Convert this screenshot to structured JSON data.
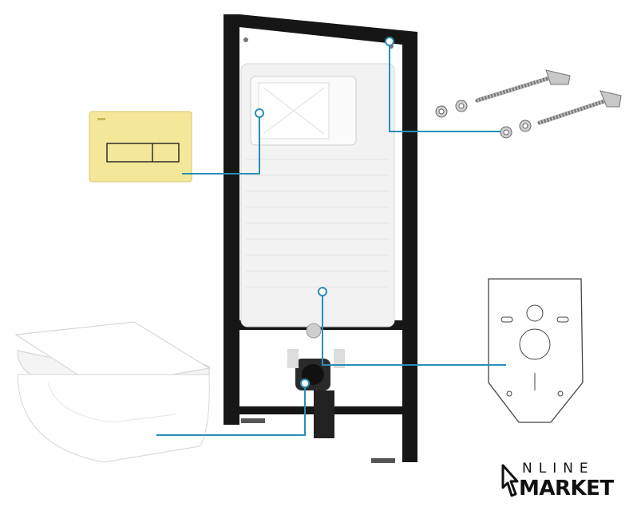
{
  "brand": {
    "line1": "NLINE",
    "line2": "MARKET",
    "logo_icon": "cursor-arrow-icon"
  },
  "colors": {
    "callout": "#2a8fb8",
    "frame": "#161616",
    "cistern": "#f2f2f2",
    "flush_plate": "#f5e79a",
    "brand_text": "#111111"
  },
  "components": [
    {
      "name": "installation-frame",
      "icon": "frame-icon"
    },
    {
      "name": "flush-button-plate",
      "icon": "flush-plate-icon"
    },
    {
      "name": "mounting-bolts",
      "icon": "bolt-icon"
    },
    {
      "name": "sound-insulation-pad",
      "icon": "pad-icon"
    },
    {
      "name": "wall-hung-toilet",
      "icon": "toilet-icon"
    }
  ]
}
